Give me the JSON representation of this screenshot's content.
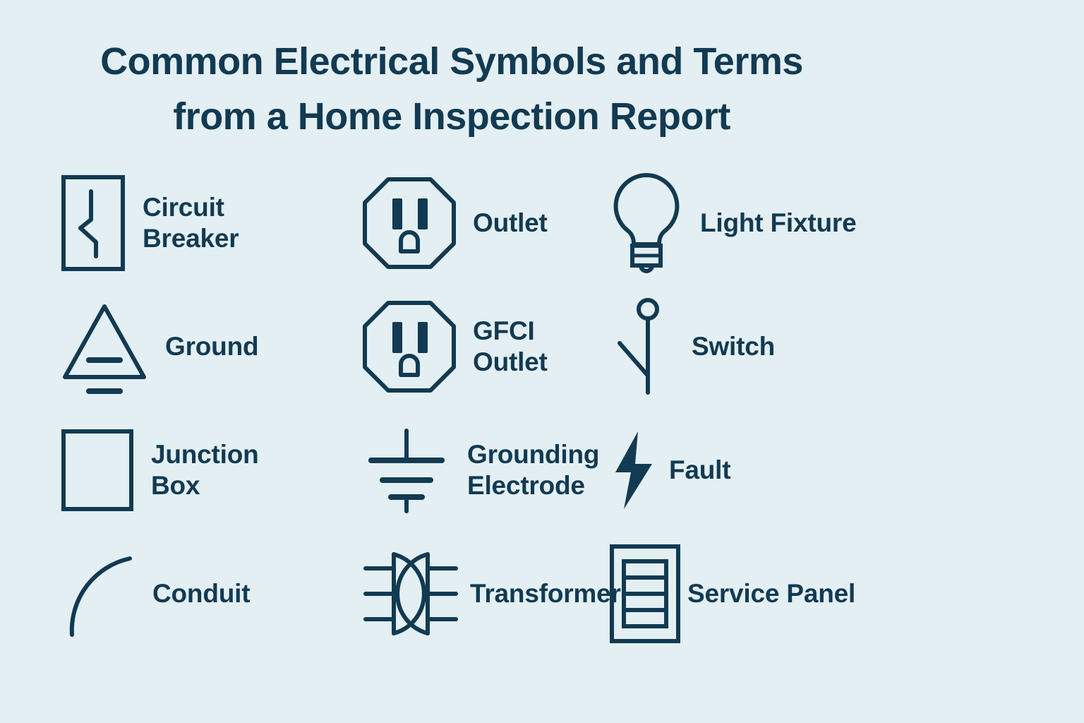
{
  "page": {
    "background_color": "#e3eff2",
    "ink_color": "#123a52"
  },
  "header": {
    "title_line_1": "Common Electrical Symbols and Terms",
    "title_line_2": "from a Home Inspection Report",
    "title_full": "Common Electrical Symbols and Terms from a Home Inspection Report"
  },
  "legend": {
    "columns": 3,
    "rows": 4,
    "items": [
      {
        "label": "Circuit\nBreaker",
        "icon": "circuit-breaker-icon",
        "column": 1,
        "row": 1
      },
      {
        "label": "Ground",
        "icon": "ground-icon",
        "column": 1,
        "row": 2
      },
      {
        "label": "Junction\nBox",
        "icon": "junction-box-icon",
        "column": 1,
        "row": 3
      },
      {
        "label": "Conduit",
        "icon": "conduit-icon",
        "column": 1,
        "row": 4
      },
      {
        "label": "Outlet",
        "icon": "outlet-icon",
        "column": 2,
        "row": 1
      },
      {
        "label": "GFCI\nOutlet",
        "icon": "gfci-outlet-icon",
        "column": 2,
        "row": 2
      },
      {
        "label": "Grounding\nElectrode",
        "icon": "grounding-electrode-icon",
        "column": 2,
        "row": 3
      },
      {
        "label": "Transformer",
        "icon": "transformer-icon",
        "column": 2,
        "row": 4
      },
      {
        "label": "Light Fixture",
        "icon": "light-fixture-icon",
        "column": 3,
        "row": 1
      },
      {
        "label": "Switch",
        "icon": "switch-icon",
        "column": 3,
        "row": 2
      },
      {
        "label": "Fault",
        "icon": "fault-icon",
        "column": 3,
        "row": 3
      },
      {
        "label": "Service Panel",
        "icon": "service-panel-icon",
        "column": 3,
        "row": 4
      }
    ]
  }
}
